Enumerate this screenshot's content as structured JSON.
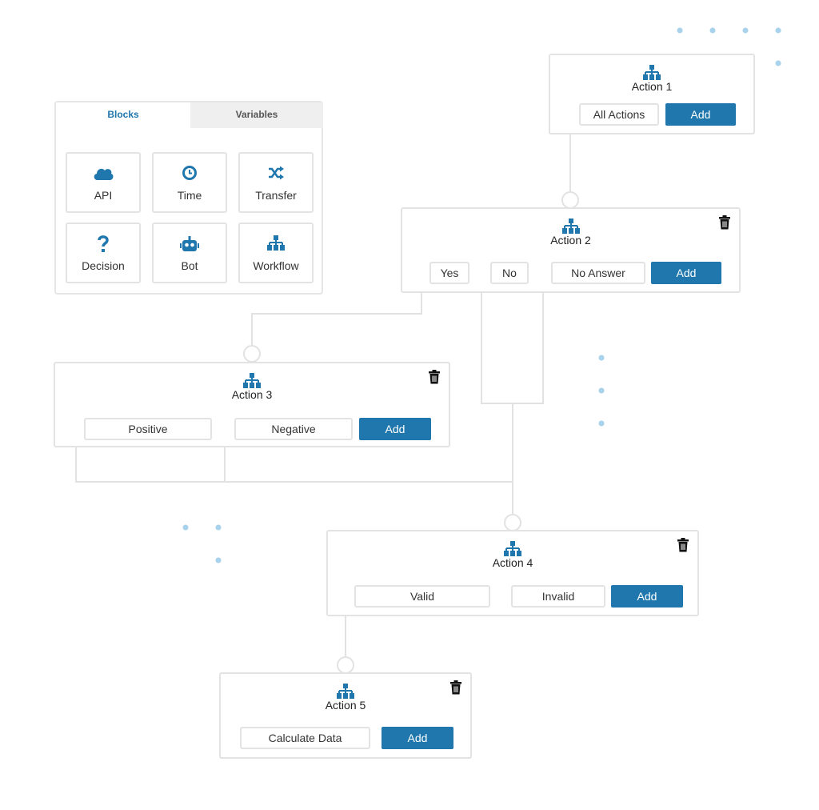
{
  "panel": {
    "tabs": {
      "blocks": "Blocks",
      "variables": "Variables"
    },
    "tiles": [
      {
        "label": "API",
        "icon": "cloud-icon"
      },
      {
        "label": "Time",
        "icon": "clock-icon"
      },
      {
        "label": "Transfer",
        "icon": "shuffle-icon"
      },
      {
        "label": "Decision",
        "icon": "question-icon"
      },
      {
        "label": "Bot",
        "icon": "robot-icon"
      },
      {
        "label": "Workflow",
        "icon": "workflow-icon"
      }
    ]
  },
  "nodes": {
    "action1": {
      "title": "Action 1",
      "options": [
        "All Actions"
      ],
      "add": "Add"
    },
    "action2": {
      "title": "Action 2",
      "options": [
        "Yes",
        "No",
        "No Answer"
      ],
      "add": "Add"
    },
    "action3": {
      "title": "Action 3",
      "options": [
        "Positive",
        "Negative"
      ],
      "add": "Add"
    },
    "action4": {
      "title": "Action 4",
      "options": [
        "Valid",
        "Invalid"
      ],
      "add": "Add"
    },
    "action5": {
      "title": "Action 5",
      "options": [
        "Calculate Data"
      ],
      "add": "Add"
    }
  },
  "colors": {
    "accent": "#1f77ad",
    "wire": "#e2e2e2",
    "dot": "#a9d2ec"
  }
}
